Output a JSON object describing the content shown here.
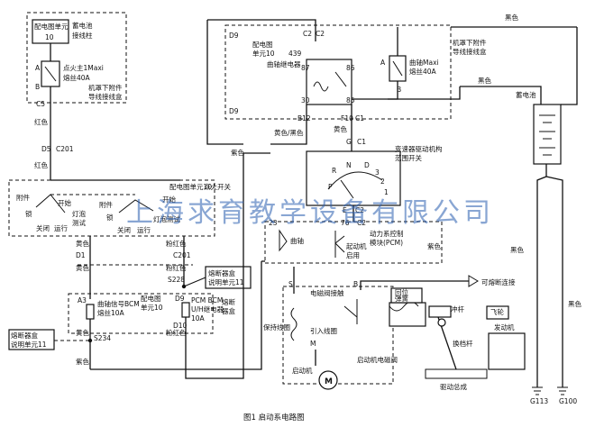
{
  "watermark": "上海求育教学设备有限公司",
  "caption": "图1   启动系电路图",
  "labels": {
    "dist_unit_10": "配电图单元",
    "dist_unit_10_n": "10",
    "battery_post": "蓄电池",
    "battery_post2": "接线柱",
    "ignition_fuse_1": "点火主1Maxi",
    "ignition_fuse_2": "熔丝40A",
    "engine_box_left_1": "机罩下附件",
    "engine_box_left_2": "导线接线盒",
    "pin_a_left": "A",
    "pin_b_left": "B",
    "c5": "C5",
    "red1": "红色",
    "d5": "D5",
    "c201a": "C201",
    "red2": "红色",
    "dist_unit_10b": "配电图单元10",
    "ignition_switch": "点火开关",
    "acc": "附件",
    "lock": "锁",
    "start_l": "开始",
    "off_l": "关闭",
    "run_l": "运行",
    "lamp_test_l_1": "灯泡",
    "lamp_test_l_2": "测试",
    "acc2": "附件",
    "lock2": "锁",
    "start_r": "开始",
    "off_r": "关闭",
    "run_r": "运行",
    "lamp_test_r": "灯泡测试",
    "yellow_d1": "黄色",
    "d1": "D1",
    "pink_red1": "粉红色",
    "c201b": "C201",
    "yellow2": "黄色",
    "pink_red2": "粉红色",
    "s228": "S228",
    "fuse_box_11_1": "熔断器盒",
    "fuse_box_11_2": "说明单元11",
    "a3": "A3",
    "crank_bcm_1": "曲轴信号BCM",
    "crank_bcm_2": "熔丝10A",
    "d9_bcm": "D9",
    "pcm_bcm_1": "PCM BCM",
    "pcm_bcm_2": "U/H继电器",
    "pcm_bcm_3": "10A",
    "d10": "D10",
    "dist_unit_10c": "配电图",
    "dist_unit_10c2": "单元10",
    "fuse_box_side_1": "熔断",
    "fuse_box_side_2": "器盒",
    "pink_red3": "粉红色",
    "yellow3": "黄色",
    "fuse_box_11b_1": "熔断器盒",
    "fuse_box_11b_2": "说明单元11",
    "s234": "S234",
    "purple1": "紫色",
    "d9_top": "D9",
    "c2_top": "C2",
    "c2_top2": "C2",
    "dist_map_10": "配电图",
    "unit_10": "单元10",
    "n439": "439",
    "crank_relay": "曲轴继电器",
    "n87": "87",
    "n86": "86",
    "n30": "30",
    "n85": "85",
    "crank_fuse_1": "曲轴Maxi",
    "crank_fuse_2": "熔丝40A",
    "pin_a_right": "A",
    "pin_b_right": "B",
    "engine_box_right_1": "机罩下附件",
    "engine_box_right_2": "导线接线盒",
    "d9_mid": "D9",
    "b12": "B12",
    "f10": "F10",
    "c1a": "C1",
    "black_top": "黑色",
    "black2": "黑色",
    "battery": "蓄电池",
    "yellow_black": "黄色/黑色",
    "yellow4": "黄色",
    "g_pin": "G",
    "c1b": "C1",
    "purple2": "紫色",
    "trans_range_1": "变速器驱动机构",
    "trans_range_2": "范围开关",
    "gear_p": "P",
    "gear_r": "R",
    "gear_n": "N",
    "gear_d": "D",
    "gear_3": "3",
    "gear_2": "2",
    "gear_1": "1",
    "e_pin": "E",
    "c2_mid": "C2",
    "n23": "23",
    "n76": "76",
    "c2_pcm": "C2",
    "crank_label": "曲轴",
    "pcm_1": "动力系控制",
    "pcm_2": "模块(PCM)",
    "starter_enable_1": "起动机",
    "starter_enable_2": "启用",
    "purple3": "紫色",
    "s_pin": "S",
    "b_pin": "B",
    "fusible": "可熔断连接",
    "solenoid_contact": "电磁阀接触",
    "return_spring_1": "回位",
    "return_spring_2": "弹簧",
    "plunger": "冲杆",
    "flywheel": "飞轮",
    "hold_coil": "保持线圈",
    "pull_coil": "引入线圈",
    "m_pin": "M",
    "shift_lever": "换档杆",
    "engine": "发动机",
    "black3": "黑色",
    "black4": "黑色",
    "starter_motor": "启动机",
    "starter_solenoid": "启动机电磁阀",
    "drive_assembly": "驱动总成",
    "motor_m": "M",
    "g113": "G113",
    "g100": "G100"
  }
}
